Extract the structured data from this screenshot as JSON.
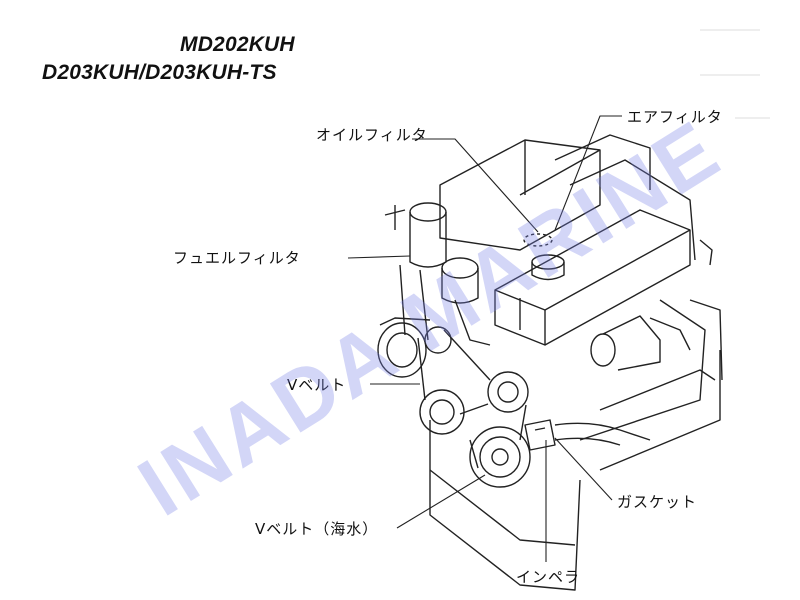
{
  "title": {
    "model_line_1": "MD202KUH",
    "model_line_2": "D203KUH/D203KUH-TS"
  },
  "labels": {
    "oil_filter": "オイルフィルタ",
    "air_filter": "エアフィルタ",
    "fuel_filter": "フュエルフィルタ",
    "v_belt": "Vベルト",
    "gasket": "ガスケット",
    "v_belt_seawater": "Vベルト（海水）",
    "impeller": "インペラ"
  },
  "watermark": {
    "text": "INADA MARINE",
    "color": "#7882e6"
  }
}
